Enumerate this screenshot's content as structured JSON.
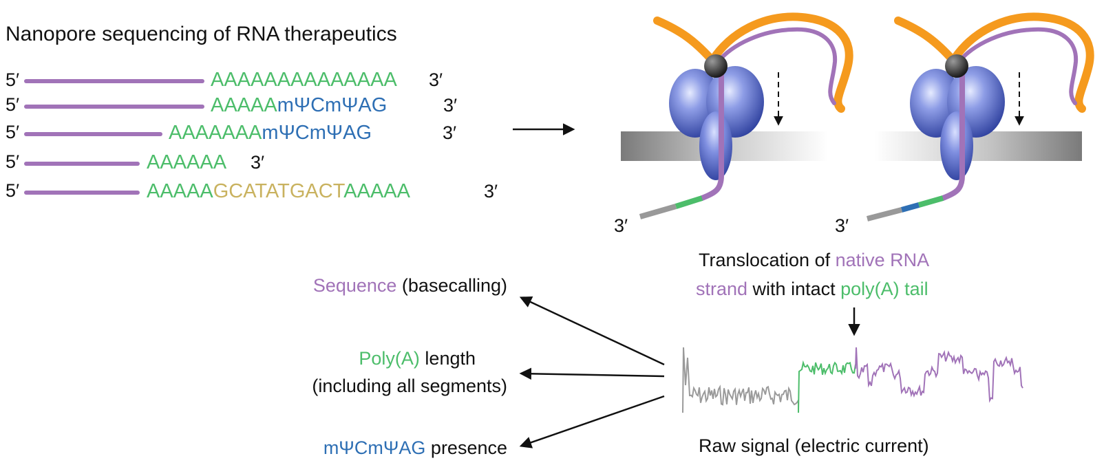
{
  "title": "Nanopore sequencing of RNA therapeutics",
  "colors": {
    "rna": "#a173b8",
    "polyA": "#4cbd6a",
    "mod": "#2e6fb4",
    "insert": "#c9b25f",
    "black": "#111111",
    "orange": "#f59a1e",
    "gray_signal": "#9a9a9a",
    "pore": "#4a5fbf",
    "membrane": "#9b9b9b"
  },
  "constructs": [
    {
      "five": "5′",
      "segments": [
        {
          "text": "AAAAAAAAAAAAAA",
          "kind": "polyA"
        }
      ],
      "three": "3′"
    },
    {
      "five": "5′",
      "segments": [
        {
          "text": "AAAAA",
          "kind": "polyA"
        },
        {
          "text": "mΨCmΨAG",
          "kind": "mod"
        }
      ],
      "three": "3′"
    },
    {
      "five": "5′",
      "segments": [
        {
          "text": "AAAAAAA",
          "kind": "polyA"
        },
        {
          "text": "mΨCmΨAG",
          "kind": "mod"
        }
      ],
      "three": "3′"
    },
    {
      "five": "5′",
      "segments": [
        {
          "text": "AAAAAA",
          "kind": "polyA"
        }
      ],
      "three": "3′"
    },
    {
      "five": "5′",
      "segments": [
        {
          "text": "AAAAA",
          "kind": "polyA"
        },
        {
          "text": "GCATATGACT",
          "kind": "insert"
        },
        {
          "text": "AAAAA",
          "kind": "polyA"
        }
      ],
      "three": "3′"
    }
  ],
  "pore_labels": {
    "left_end": "3′",
    "right_end": "3′"
  },
  "translocation": {
    "line1_a": "Translocation of ",
    "line1_b": "native RNA",
    "line2_a": "strand",
    "line2_b": " with intact ",
    "line2_c": "poly(A) tail"
  },
  "signal_caption": "Raw signal (electric current)",
  "outputs": {
    "sequence_a": "Sequence",
    "sequence_b": " (basecalling)",
    "polya_a": "Poly(A)",
    "polya_b": " length",
    "polya_c": "(including all segments)",
    "mod_a": "mΨCmΨAG",
    "mod_b": " presence"
  }
}
